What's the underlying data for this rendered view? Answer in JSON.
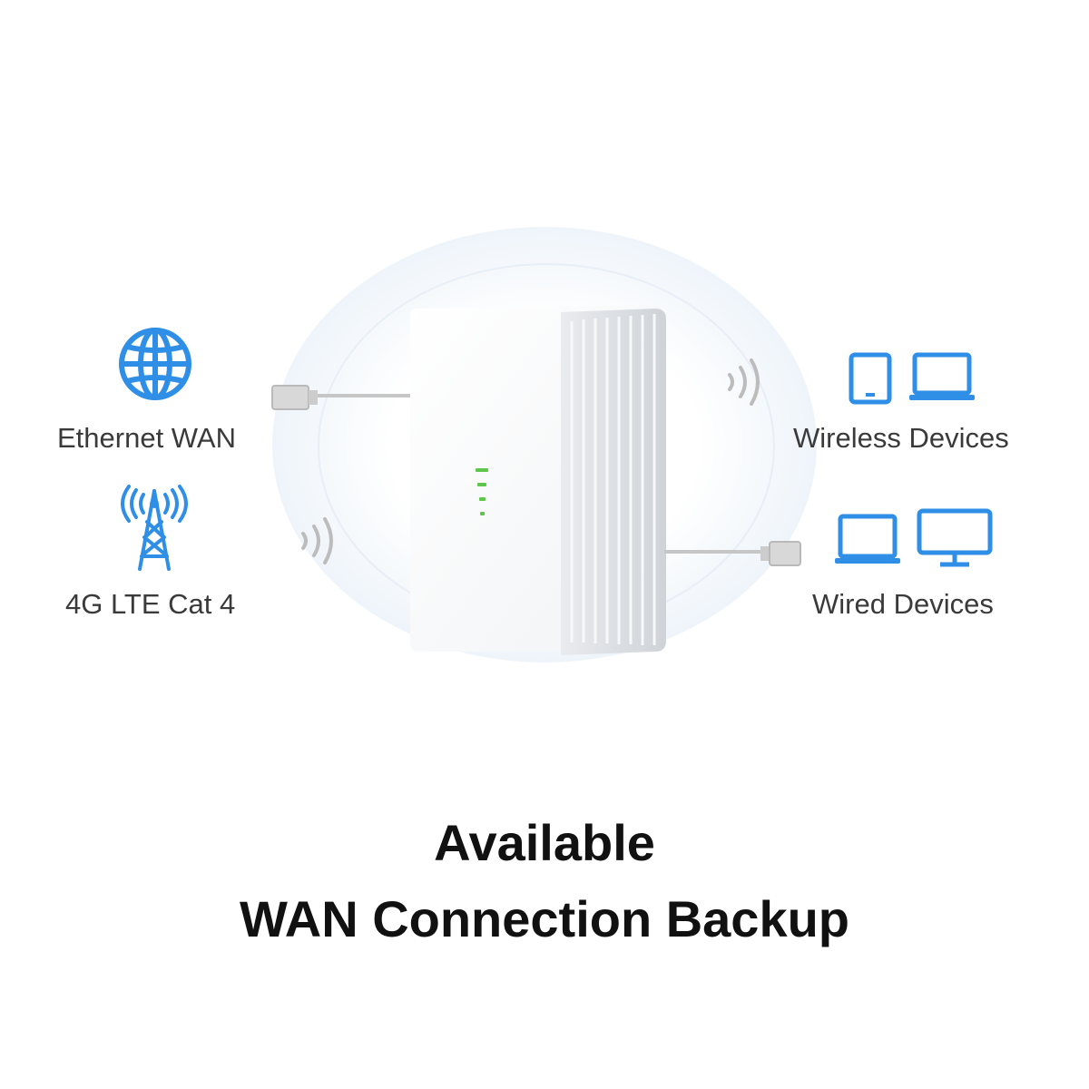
{
  "labels": {
    "ethernet_wan": "Ethernet WAN",
    "lte": "4G LTE Cat 4",
    "wireless_devices": "Wireless Devices",
    "wired_devices": "Wired Devices"
  },
  "title": {
    "line1": "Available",
    "line2": "WAN Connection Backup"
  },
  "icons": [
    "globe-icon",
    "cell-tower-icon",
    "tablet-icon",
    "laptop-icon",
    "monitor-icon",
    "wifi-waves-icon",
    "ethernet-plug-icon"
  ],
  "colors": {
    "accent": "#2f8ee5",
    "led": "#5cc74a",
    "text": "#3a3a3a",
    "title": "#111111"
  }
}
